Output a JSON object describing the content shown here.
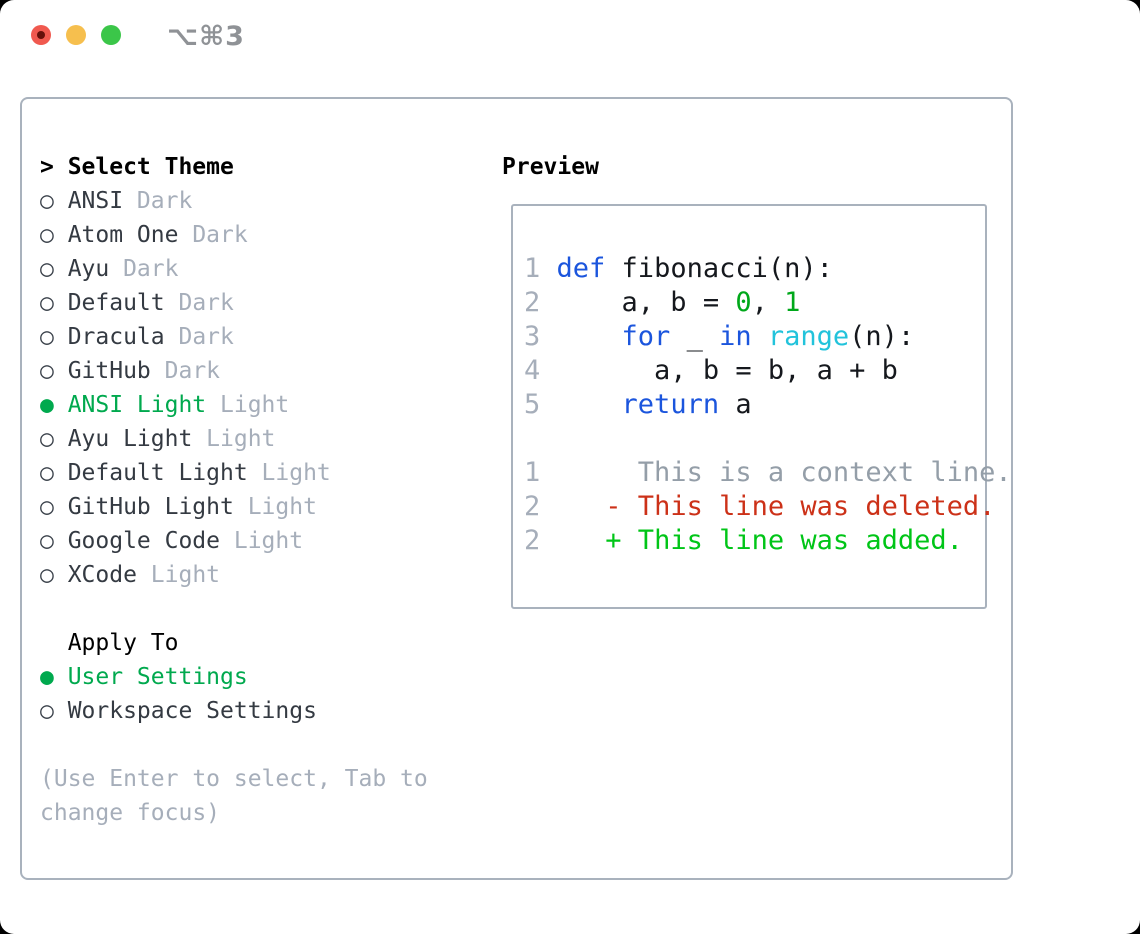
{
  "titlebar": {
    "shortcut": "⌥⌘3"
  },
  "colors": {
    "selected_green": "#00a94e",
    "keyword_blue": "#1b55dd",
    "function_cyan": "#22c3db",
    "number_green": "#00a81a",
    "added_green": "#00c517",
    "deleted_red": "#cc3118",
    "muted_gray": "#a6aeba",
    "border_gray": "#a9b2bd",
    "traffic_red": "#f0594f",
    "traffic_yellow": "#f6bf4e",
    "traffic_green": "#3bc649"
  },
  "theme_panel": {
    "title_symbol": ">",
    "title": "Select Theme",
    "items": [
      {
        "symbol": "○",
        "name": "ANSI",
        "variant": "Dark",
        "selected": false
      },
      {
        "symbol": "○",
        "name": "Atom One",
        "variant": "Dark",
        "selected": false
      },
      {
        "symbol": "○",
        "name": "Ayu",
        "variant": "Dark",
        "selected": false
      },
      {
        "symbol": "○",
        "name": "Default",
        "variant": "Dark",
        "selected": false
      },
      {
        "symbol": "○",
        "name": "Dracula",
        "variant": "Dark",
        "selected": false
      },
      {
        "symbol": "○",
        "name": "GitHub",
        "variant": "Dark",
        "selected": false
      },
      {
        "symbol": "●",
        "name": "ANSI Light",
        "variant": "Light",
        "selected": true
      },
      {
        "symbol": "○",
        "name": "Ayu Light",
        "variant": "Light",
        "selected": false
      },
      {
        "symbol": "○",
        "name": "Default Light",
        "variant": "Light",
        "selected": false
      },
      {
        "symbol": "○",
        "name": "GitHub Light",
        "variant": "Light",
        "selected": false
      },
      {
        "symbol": "○",
        "name": "Google Code",
        "variant": "Light",
        "selected": false
      },
      {
        "symbol": "○",
        "name": "XCode",
        "variant": "Light",
        "selected": false
      }
    ]
  },
  "apply_panel": {
    "title": "Apply To",
    "items": [
      {
        "symbol": "●",
        "name": "User Settings",
        "selected": true
      },
      {
        "symbol": "○",
        "name": "Workspace Settings",
        "selected": false
      }
    ]
  },
  "help_text": "(Use Enter to select, Tab to change focus)",
  "preview": {
    "title": "Preview",
    "code_lines": [
      [
        {
          "t": "1 ",
          "c": "lno"
        },
        {
          "t": "def",
          "c": "kw"
        },
        {
          "t": " fibonacci(n):",
          "c": "plain"
        }
      ],
      [
        {
          "t": "2 ",
          "c": "lno"
        },
        {
          "t": "    a, b = ",
          "c": "plain"
        },
        {
          "t": "0",
          "c": "numlit"
        },
        {
          "t": ", ",
          "c": "plain"
        },
        {
          "t": "1",
          "c": "numlit"
        }
      ],
      [
        {
          "t": "3 ",
          "c": "lno"
        },
        {
          "t": "    ",
          "c": "plain"
        },
        {
          "t": "for",
          "c": "kw"
        },
        {
          "t": " _ ",
          "c": "plain"
        },
        {
          "t": "in",
          "c": "kw"
        },
        {
          "t": " ",
          "c": "plain"
        },
        {
          "t": "range",
          "c": "fn"
        },
        {
          "t": "(n):",
          "c": "plain"
        }
      ],
      [
        {
          "t": "4 ",
          "c": "lno"
        },
        {
          "t": "      a, b = b, a + b",
          "c": "plain"
        }
      ],
      [
        {
          "t": "5 ",
          "c": "lno"
        },
        {
          "t": "    ",
          "c": "plain"
        },
        {
          "t": "return",
          "c": "kw"
        },
        {
          "t": " a",
          "c": "plain"
        }
      ]
    ],
    "diff_lines": [
      [
        {
          "t": "1",
          "c": "lno"
        },
        {
          "t": "      This is a context line.",
          "c": "ctx"
        }
      ],
      [
        {
          "t": "2",
          "c": "lno"
        },
        {
          "t": "    ",
          "c": "plain"
        },
        {
          "t": "- This line was deleted.",
          "c": "del"
        }
      ],
      [
        {
          "t": "2",
          "c": "lno"
        },
        {
          "t": "    ",
          "c": "plain"
        },
        {
          "t": "+ This line was added.",
          "c": "add"
        }
      ]
    ]
  }
}
